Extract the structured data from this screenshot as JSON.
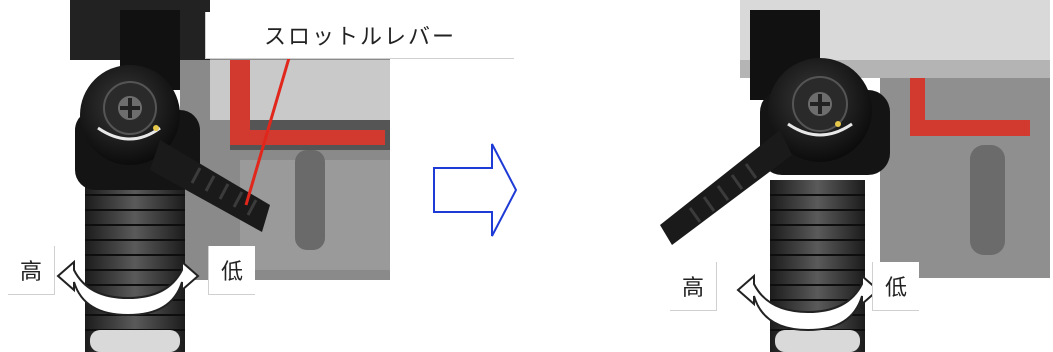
{
  "callout_label": "スロットルレバー",
  "left_panel": {
    "high_label": "高",
    "low_label": "低"
  },
  "right_panel": {
    "high_label": "高",
    "low_label": "低"
  },
  "colors": {
    "arrow_blue": "#1f3bd6",
    "pointer_red": "#e1261c",
    "lever_black": "#1a1a1a"
  }
}
